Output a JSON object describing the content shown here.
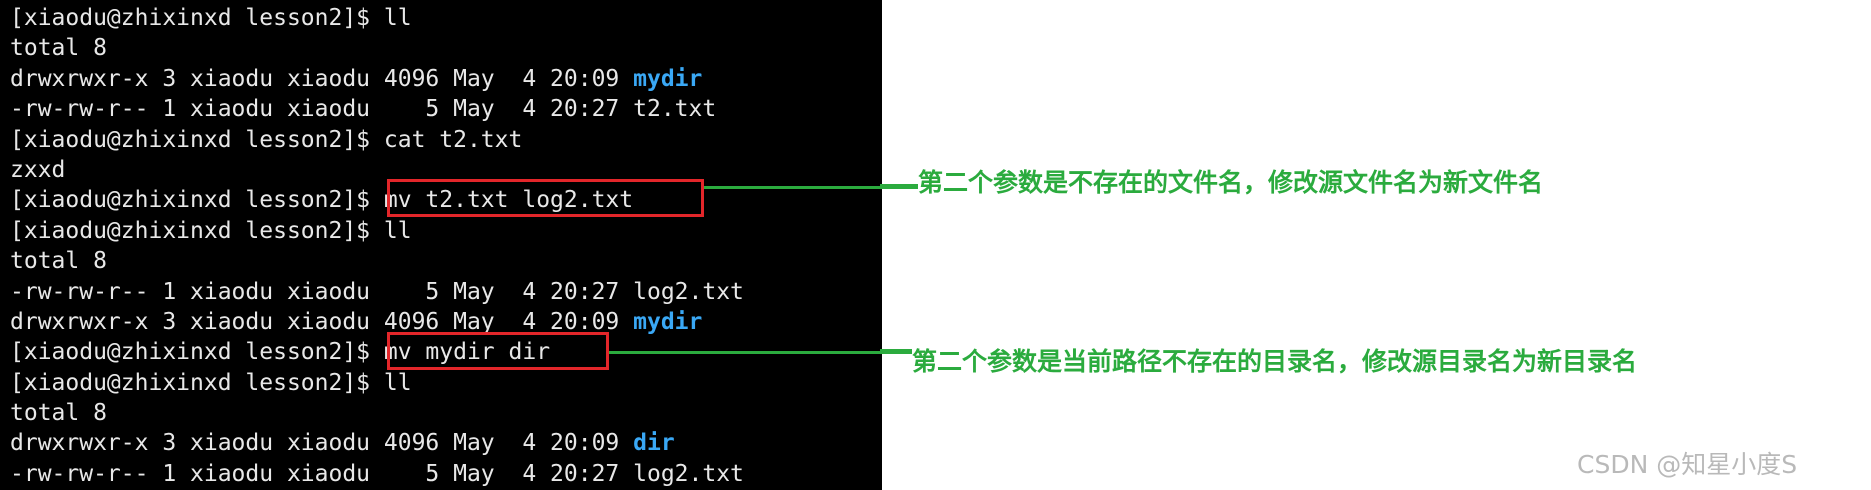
{
  "terminal": {
    "lines": [
      {
        "text": "[xiaodu@zhixinxd lesson2]$ ll"
      },
      {
        "text": "total 8"
      },
      {
        "text": "drwxrwxr-x 3 xiaodu xiaodu 4096 May  4 20:09 ",
        "dir": "mydir"
      },
      {
        "text": "-rw-rw-r-- 1 xiaodu xiaodu    5 May  4 20:27 t2.txt"
      },
      {
        "text": "[xiaodu@zhixinxd lesson2]$ cat t2.txt"
      },
      {
        "text": "zxxd"
      },
      {
        "text": "[xiaodu@zhixinxd lesson2]$ mv t2.txt log2.txt"
      },
      {
        "text": "[xiaodu@zhixinxd lesson2]$ ll"
      },
      {
        "text": "total 8"
      },
      {
        "text": "-rw-rw-r-- 1 xiaodu xiaodu    5 May  4 20:27 log2.txt"
      },
      {
        "text": "drwxrwxr-x 3 xiaodu xiaodu 4096 May  4 20:09 ",
        "dir": "mydir"
      },
      {
        "text": "[xiaodu@zhixinxd lesson2]$ mv mydir dir"
      },
      {
        "text": "[xiaodu@zhixinxd lesson2]$ ll"
      },
      {
        "text": "total 8"
      },
      {
        "text": "drwxrwxr-x 3 xiaodu xiaodu 4096 May  4 20:09 ",
        "dir": "dir"
      },
      {
        "text": "-rw-rw-r-- 1 xiaodu xiaodu    5 May  4 20:27 log2.txt"
      }
    ]
  },
  "annotations": {
    "note_1": "第二个参数是不存在的文件名，修改源文件名为新文件名",
    "note_2": "第二个参数是当前路径不存在的目录名，修改源目录名为新目录名"
  },
  "watermark": "CSDN @知星小度S",
  "colors": {
    "terminal_bg": "#000000",
    "terminal_text": "#e8e8e8",
    "directory": "#3aa8f5",
    "highlight_box": "#e3262a",
    "annotation": "#2bab3e",
    "watermark": "#b9b9b9"
  }
}
